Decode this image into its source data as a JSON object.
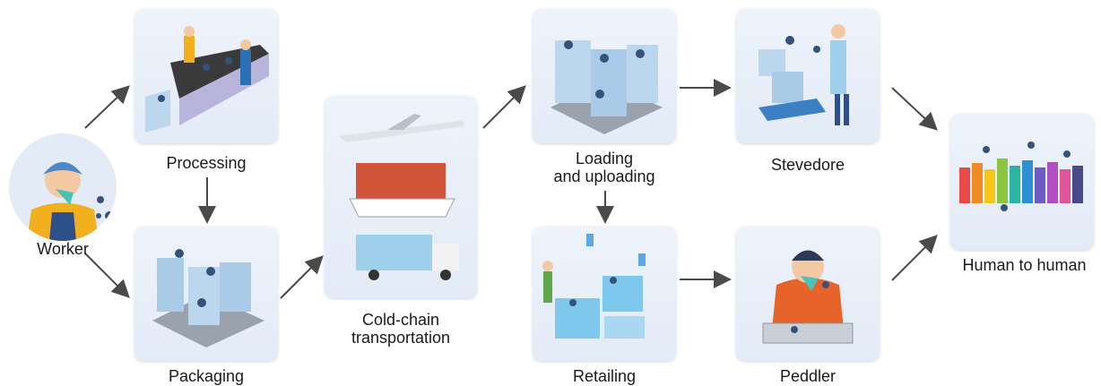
{
  "nodes": {
    "worker": "Worker",
    "processing": "Processing",
    "packaging": "Packaging",
    "cold_chain": "Cold-chain\ntransportation",
    "loading": "Loading\nand uploading",
    "retailing": "Retailing",
    "stevedore": "Stevedore",
    "peddler": "Peddler",
    "human": "Human to human"
  },
  "colors": {
    "tile": "#e6edf8",
    "box": "#a9cbe8",
    "virus": "#34527a",
    "arrow": "#4a4a4a"
  }
}
